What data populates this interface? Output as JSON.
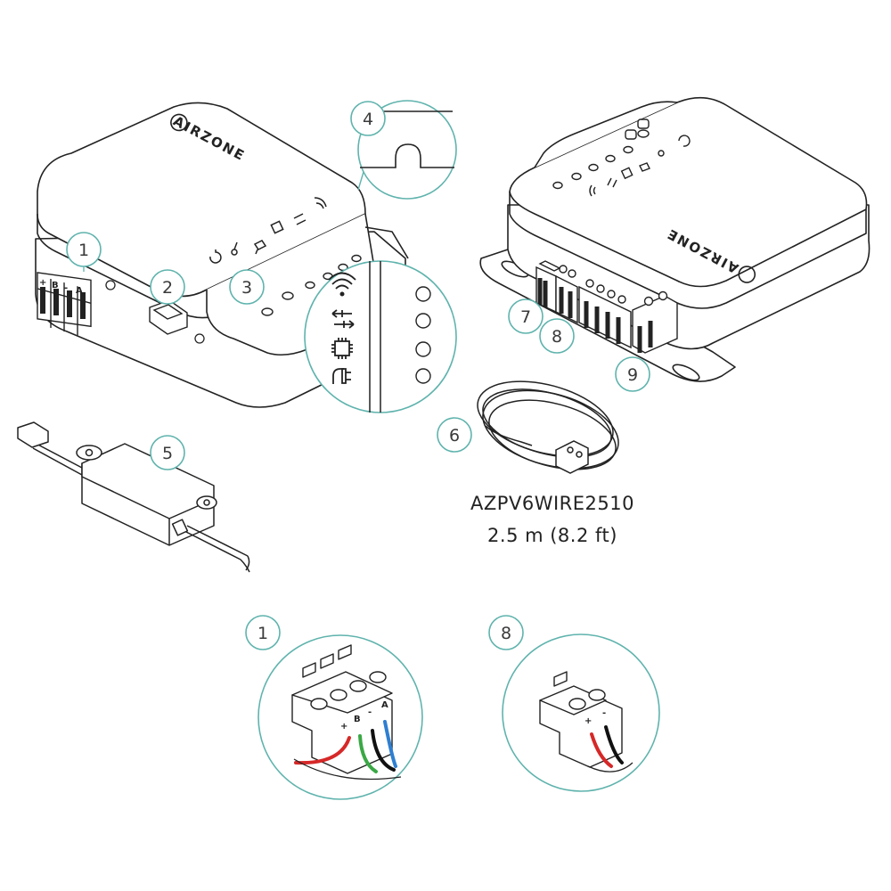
{
  "brand": "AIRZONE",
  "brand_rotated": "AIRZONE",
  "cable": {
    "model": "AZPV6WIRE2510",
    "length": "2.5 m (8.2 ft)"
  },
  "callouts": [
    "1",
    "2",
    "3",
    "4",
    "5",
    "6",
    "7",
    "8",
    "9"
  ],
  "detail_callouts": [
    "1",
    "8"
  ],
  "connector_4pin_labels": [
    "+",
    "B",
    "-",
    "A"
  ],
  "connector_2pin_labels": [
    "+",
    "-"
  ],
  "colors": {
    "line": "#222222",
    "accent": "#5fb3ad",
    "wire_red": "#d62828",
    "wire_green": "#3aa845",
    "wire_black": "#111111",
    "wire_blue": "#2e7fd1"
  },
  "icons": [
    "reset-icon",
    "thermometer-icon",
    "power-plug-icon",
    "chip-icon",
    "transfer-arrows-icon",
    "wifi-icon"
  ]
}
